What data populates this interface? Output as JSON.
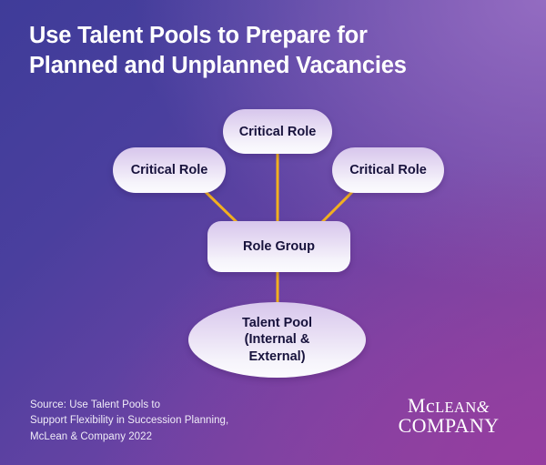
{
  "title": {
    "line1": "Use Talent Pools to Prepare for",
    "line2": "Planned and Unplanned Vacancies"
  },
  "diagram": {
    "type": "hierarchy",
    "nodes": {
      "critical_top": "Critical Role",
      "critical_left": "Critical Role",
      "critical_right": "Critical Role",
      "role_group": "Role Group",
      "talent_pool_line1": "Talent Pool",
      "talent_pool_line2": "(Internal &",
      "talent_pool_line3": "External)"
    },
    "connector_color": "#f2b01f"
  },
  "footer": {
    "source_line1": "Source: Use Talent Pools to",
    "source_line2": "Support Flexibility in Succession Planning,",
    "source_line3": "McLean & Company 2022",
    "logo_mc": "Mc",
    "logo_lean": "LEAN",
    "logo_amp": "&",
    "logo_company": "COMPANY"
  },
  "colors": {
    "background_start": "#3f3c99",
    "background_end": "#8a4aa0",
    "node_fill_top": "#d7c6ec",
    "node_fill_bottom": "#fbfbfe",
    "node_text": "#17123c",
    "title_text": "#ffffff",
    "connector": "#f2b01f"
  }
}
